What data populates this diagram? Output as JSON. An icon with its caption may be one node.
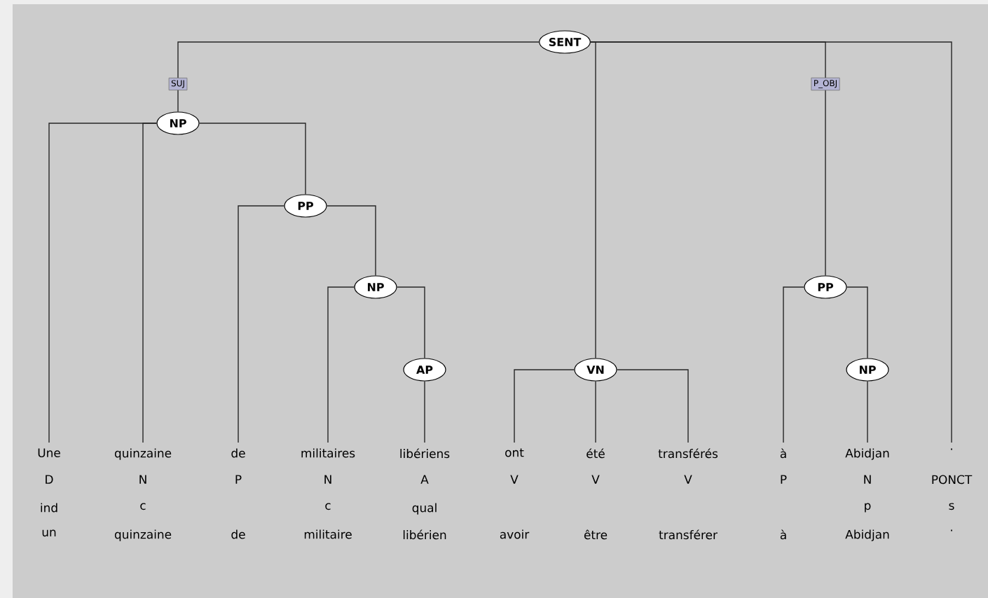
{
  "diagram": {
    "nodes": [
      {
        "text": [
          "SENT"
        ]
      },
      {
        "text": [
          "NP"
        ]
      },
      {
        "text": [
          "PP"
        ]
      },
      {
        "text": [
          "NP"
        ]
      },
      {
        "text": [
          "AP"
        ]
      },
      {
        "text": [
          "VN"
        ]
      },
      {
        "text": [
          "PP"
        ]
      },
      {
        "text": [
          "NP"
        ]
      },
      {
        "text": [
          "Une",
          "D",
          "ind",
          "un"
        ]
      },
      {
        "text": [
          "quinzaine",
          "N",
          "c",
          "quinzaine"
        ]
      },
      {
        "text": [
          "de",
          "P",
          "de"
        ]
      },
      {
        "text": [
          "militaires",
          "N",
          "c",
          "militaire"
        ]
      },
      {
        "text": [
          "libériens",
          "A",
          "qual",
          "libérien"
        ]
      },
      {
        "text": [
          "ont",
          "V",
          "avoir"
        ]
      },
      {
        "text": [
          "été",
          "V",
          "être"
        ]
      },
      {
        "text": [
          "transférés",
          "V",
          "transférer"
        ]
      },
      {
        "text": [
          "à",
          "P",
          "à"
        ]
      },
      {
        "text": [
          "Abidjan",
          "N",
          "p",
          "Abidjan"
        ]
      },
      {
        "text": [
          ".",
          "PONCT",
          "s",
          "."
        ]
      }
    ],
    "edges": [
      {
        "from": 0,
        "to": 1,
        "arrow": "none",
        "label": "SUJ"
      },
      {
        "from": 0,
        "to": 5,
        "arrow": "none"
      },
      {
        "from": 0,
        "to": 6,
        "arrow": "none",
        "label": "P_OBJ"
      },
      {
        "from": 0,
        "to": 18,
        "arrow": "none"
      },
      {
        "from": 1,
        "to": 8,
        "arrow": "none"
      },
      {
        "from": 1,
        "to": 9,
        "arrow": "none"
      },
      {
        "from": 1,
        "to": 2,
        "arrow": "none"
      },
      {
        "from": 2,
        "to": 10,
        "arrow": "none"
      },
      {
        "from": 2,
        "to": 3,
        "arrow": "none"
      },
      {
        "from": 3,
        "to": 11,
        "arrow": "none"
      },
      {
        "from": 3,
        "to": 4,
        "arrow": "none"
      },
      {
        "from": 4,
        "to": 12,
        "arrow": "none"
      },
      {
        "from": 5,
        "to": 13,
        "arrow": "none"
      },
      {
        "from": 5,
        "to": 14,
        "arrow": "none"
      },
      {
        "from": 5,
        "to": 15,
        "arrow": "none"
      },
      {
        "from": 6,
        "to": 16,
        "arrow": "none"
      },
      {
        "from": 6,
        "to": 7,
        "arrow": "none"
      },
      {
        "from": 7,
        "to": 17,
        "arrow": "none"
      }
    ]
  }
}
